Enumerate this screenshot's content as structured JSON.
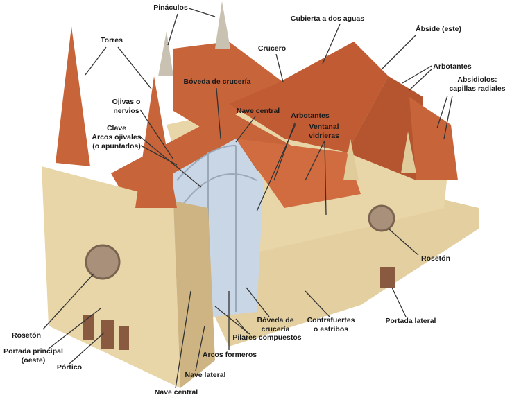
{
  "labels": {
    "pinaculos": "Pináculos",
    "torres": "Torres",
    "cubierta": "Cubierta a dos aguas",
    "abside": "Ábside (este)",
    "crucero": "Crucero",
    "arbotantes_right": "Arbotantes",
    "absidiolos": [
      "Absidiolos:",
      "capillas radiales"
    ],
    "boveda_top": "Bóveda de crucería",
    "ojivas": [
      "Ojivas o",
      "nervios"
    ],
    "nave_central_top": "Nave central",
    "arbotantes_mid": "Arbotantes",
    "ventanal": [
      "Ventanal",
      "vidrieras"
    ],
    "clave": [
      "Clave",
      "Arcos ojivales",
      "(o apuntados)"
    ],
    "roseton_right": "Rosetón",
    "boveda_bottom": [
      "Bóveda de",
      "crucería"
    ],
    "contrafuertes": [
      "Contrafuertes",
      "o estribos"
    ],
    "portada_lateral": "Portada lateral",
    "roseton_left": "Rosetón",
    "pilares": "Pilares compuestos",
    "portada_principal": [
      "Portada principal",
      "(oeste)"
    ],
    "portico": "Pórtico",
    "arcos_formeros": "Arcos formeros",
    "nave_lateral": "Nave lateral",
    "nave_central_bottom": "Nave central"
  },
  "colors": {
    "roof": "#c8643a",
    "roof_dark": "#b45530",
    "stone": "#e8d6a8",
    "stone_dark": "#cdb482",
    "glass": "#c9d6e6",
    "line": "#333333"
  }
}
